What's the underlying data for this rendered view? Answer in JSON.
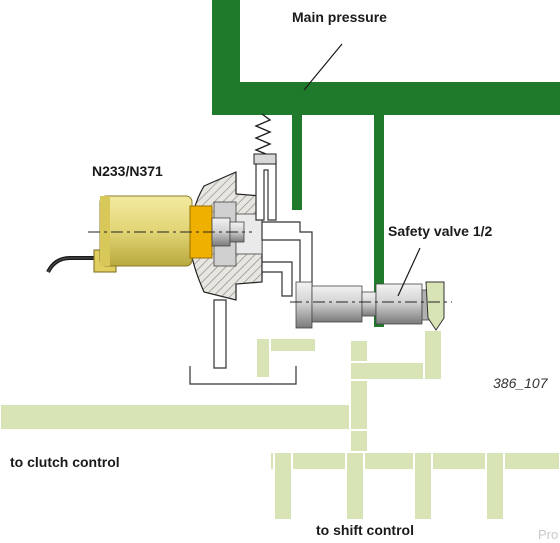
{
  "labels": {
    "main_pressure": "Main pressure",
    "solenoid": "N233/N371",
    "safety_valve": "Safety valve 1/2",
    "figure_id": "386_107",
    "clutch_control": "to clutch control",
    "shift_control": "to shift control",
    "corner_text": "Pro"
  },
  "colors": {
    "main_pressure": "#1f7a2c",
    "control_pressure": "#d8e4b5",
    "control_pressure_outline": "#ffffff",
    "solenoid_body": "#ebe08a",
    "solenoid_body_dark": "#c9b84a",
    "solenoid_flange": "#f0b000",
    "valve_housing": "#e8e6e0",
    "hatch": "#8a8a8a",
    "metal_light": "#e8e8e8",
    "metal_dark": "#8f8f8f",
    "line": "#222222"
  }
}
